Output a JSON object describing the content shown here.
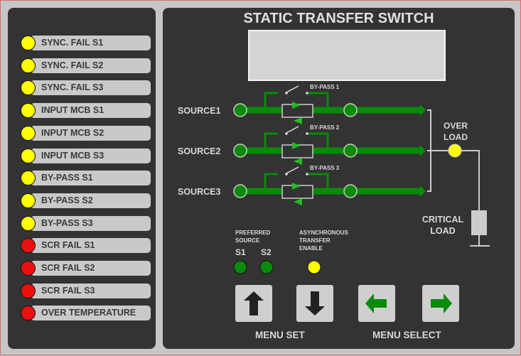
{
  "alarms": [
    {
      "label": "SYNC. FAIL S1",
      "state": "yellow"
    },
    {
      "label": "SYNC. FAIL S2",
      "state": "yellow"
    },
    {
      "label": "SYNC. FAIL S3",
      "state": "yellow"
    },
    {
      "label": "INPUT MCB S1",
      "state": "yellow"
    },
    {
      "label": "INPUT MCB S2",
      "state": "yellow"
    },
    {
      "label": "INPUT MCB S3",
      "state": "yellow"
    },
    {
      "label": "BY-PASS S1",
      "state": "yellow"
    },
    {
      "label": "BY-PASS S2",
      "state": "yellow"
    },
    {
      "label": "BY-PASS S3",
      "state": "yellow"
    },
    {
      "label": "SCR FAIL S1",
      "state": "red"
    },
    {
      "label": "SCR FAIL S2",
      "state": "red"
    },
    {
      "label": "SCR FAIL S3",
      "state": "red"
    },
    {
      "label": "OVER TEMPERATURE",
      "state": "red"
    }
  ],
  "title": "STATIC TRANSFER SWITCH",
  "sources": [
    {
      "label": "SOURCE1",
      "bypass": "BY-PASS 1"
    },
    {
      "label": "SOURCE2",
      "bypass": "BY-PASS 2"
    },
    {
      "label": "SOURCE3",
      "bypass": "BY-PASS 3"
    }
  ],
  "overload": {
    "line1": "OVER",
    "line2": "LOAD"
  },
  "critical_load": {
    "line1": "CRITICAL",
    "line2": "LOAD"
  },
  "preferred": {
    "line1": "PREFERRED",
    "line2": "SOURCE",
    "s1": "S1",
    "s2": "S2"
  },
  "async": {
    "line1": "ASYNCHRONOUS",
    "line2": "TRANSFER",
    "line3": "ENABLE"
  },
  "colors": {
    "green": "#0a8a0a",
    "yellow": "#ffff00",
    "red": "#ee1010",
    "panel": "#333333"
  },
  "buttons": {
    "menu_set": "MENU SET",
    "menu_select": "MENU SELECT"
  }
}
